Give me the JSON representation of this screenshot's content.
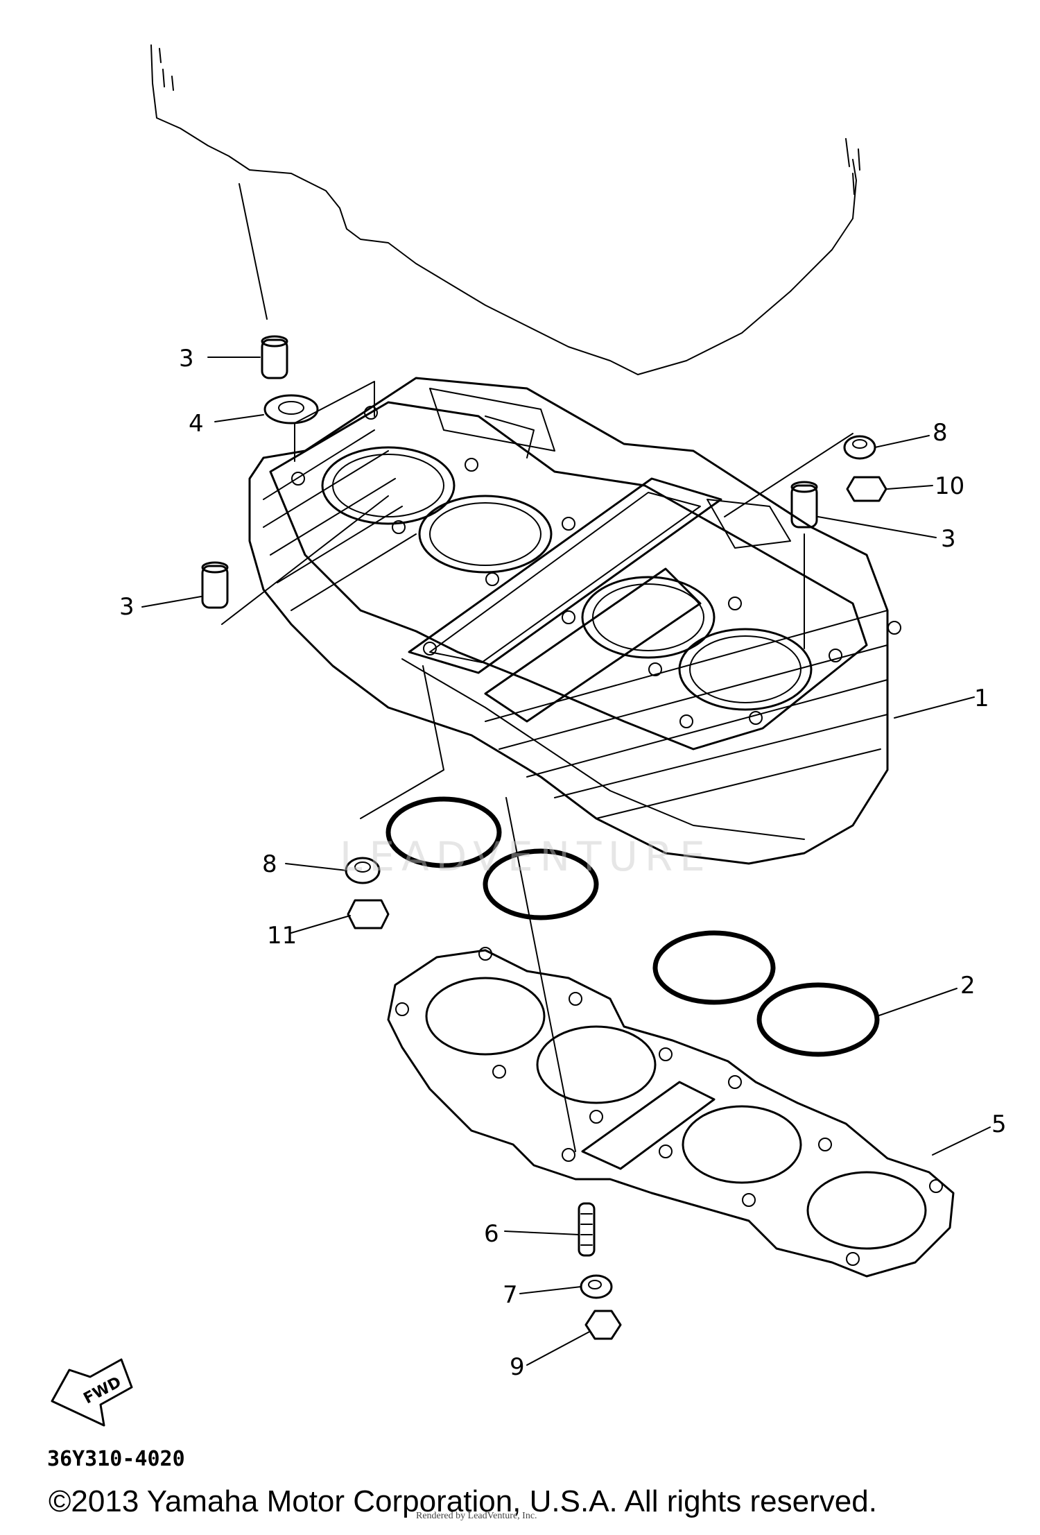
{
  "diagram": {
    "part_code": "36Y310-4020",
    "forward_marker": "FWD",
    "watermark": "LEADVENTURE",
    "callouts": [
      {
        "id": "callout-1",
        "label": "1"
      },
      {
        "id": "callout-2",
        "label": "2"
      },
      {
        "id": "callout-3a",
        "label": "3"
      },
      {
        "id": "callout-3b",
        "label": "3"
      },
      {
        "id": "callout-3c",
        "label": "3"
      },
      {
        "id": "callout-4",
        "label": "4"
      },
      {
        "id": "callout-5",
        "label": "5"
      },
      {
        "id": "callout-6",
        "label": "6"
      },
      {
        "id": "callout-7",
        "label": "7"
      },
      {
        "id": "callout-8a",
        "label": "8"
      },
      {
        "id": "callout-8b",
        "label": "8"
      },
      {
        "id": "callout-9",
        "label": "9"
      },
      {
        "id": "callout-10",
        "label": "10"
      },
      {
        "id": "callout-11",
        "label": "11"
      }
    ]
  },
  "footer": {
    "copyright": "©2013 Yamaha Motor Corporation, U.S.A. All rights reserved.",
    "rendered_by": "Rendered by LeadVenture, Inc."
  },
  "colors": {
    "line": "#000000",
    "background": "#ffffff"
  }
}
